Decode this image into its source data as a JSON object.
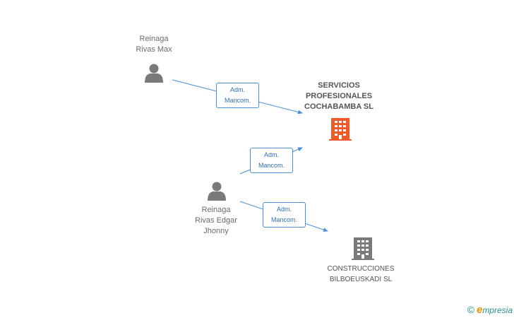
{
  "diagram": {
    "persons": [
      {
        "id": "max",
        "name": "Reinaga\nRivas Max"
      },
      {
        "id": "edgar",
        "name": "Reinaga\nRivas Edgar\nJhonny"
      }
    ],
    "companies": [
      {
        "id": "servicios",
        "name": "SERVICIOS\nPROFESIONALES\nCOCHABAMBA SL",
        "color": "#f05a28",
        "primary": true
      },
      {
        "id": "construcciones",
        "name": "CONSTRUCCIONES\nBILBOEUSKADI SL",
        "color": "#7a7a7a",
        "primary": false
      }
    ],
    "relations": [
      {
        "from": "max",
        "to": "servicios",
        "label": "Adm.\nMancom."
      },
      {
        "from": "edgar",
        "to": "servicios",
        "label": "Adm.\nMancom."
      },
      {
        "from": "edgar",
        "to": "construcciones",
        "label": "Adm.\nMancom."
      }
    ],
    "colors": {
      "line": "#4a90d9",
      "person_icon": "#7a7a7a"
    }
  },
  "footer": {
    "copyright_symbol": "©",
    "brand_initial": "e",
    "brand_rest": "mpresia"
  }
}
